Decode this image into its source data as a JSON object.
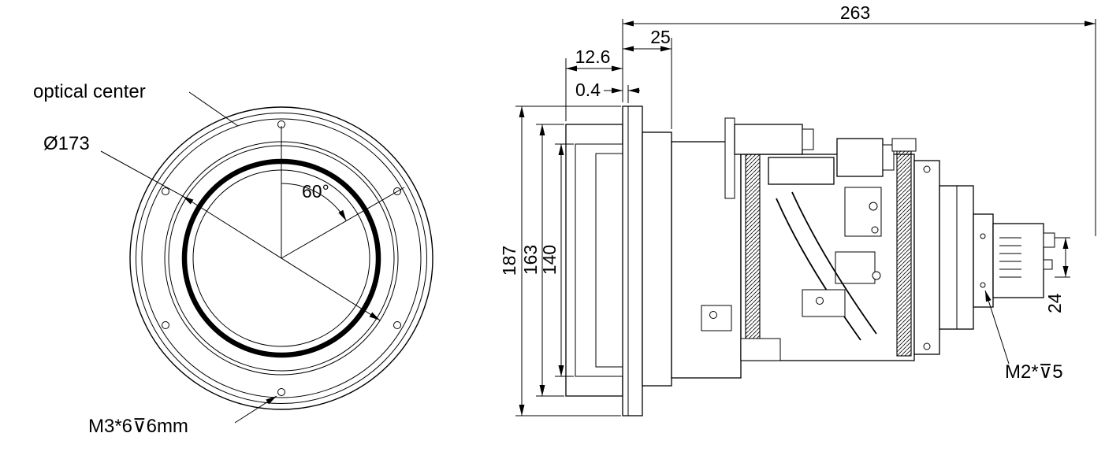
{
  "page": {
    "background_color": "#ffffff",
    "line_color": "#000000"
  },
  "front_view": {
    "labels": {
      "optical_center": "optical center",
      "diameter": "Ø173",
      "angle": "60°",
      "screw_thread": "M3*6⊽6mm"
    }
  },
  "side_view": {
    "dimensions": {
      "overall_length": "263",
      "flange_to_body": "25",
      "front_to_flange": "12.6",
      "flange_step": "0.4",
      "flange_height": "187",
      "front_cell_height": "163",
      "aperture_height": "140",
      "connector_height": "24"
    },
    "labels": {
      "screw_thread": "M2*⊽5"
    }
  }
}
